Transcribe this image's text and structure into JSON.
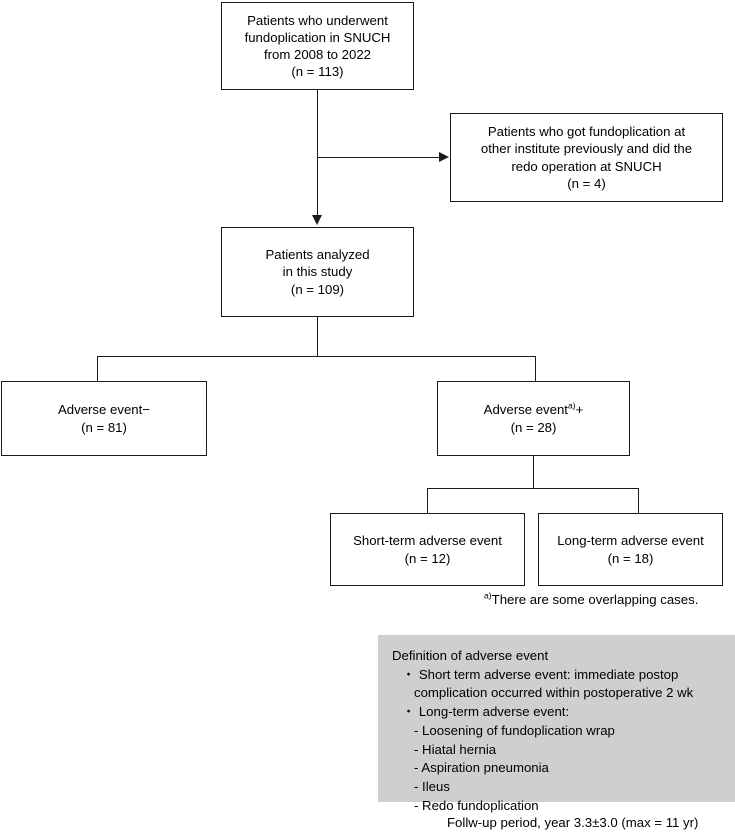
{
  "figure": {
    "type": "flowchart",
    "title": "Patient enrollment flow diagram for fundoplication study"
  },
  "nodes": {
    "enrolled": {
      "lines": [
        "Patients who underwent",
        "fundoplication in SNUCH",
        "from 2008 to 2022",
        "(n = 113)"
      ],
      "count": "113"
    },
    "excluded": {
      "lines": [
        "Patients who got fundoplication at",
        "other institute previously and did the",
        "redo operation at SNUCH",
        "(n = 4)"
      ],
      "count": "4"
    },
    "analyzed": {
      "lines": [
        "Patients analyzed",
        "in this study",
        "(n = 109)"
      ],
      "count": "109"
    },
    "adverse_negative": {
      "label": "Adverse event−",
      "count_line": "(n = 81)",
      "count": "81"
    },
    "adverse_positive": {
      "label_pre": "Adverse event",
      "label_sup": "a)",
      "label_post": "+",
      "count_line": "(n = 28)",
      "count": "28"
    },
    "short_term": {
      "label": "Short-term adverse event",
      "count_line": "(n = 12)",
      "count": "12"
    },
    "long_term": {
      "label": "Long-term adverse event",
      "count_line": "(n = 18)",
      "count": "18"
    }
  },
  "footnote": {
    "marker": "a)",
    "text": "There are some overlapping cases."
  },
  "definition_box": {
    "heading": "Definition of adverse event",
    "bullet1": "・ Short term adverse event: immediate postop",
    "bullet1_cont": "complication occurred within postoperative 2 wk",
    "bullet2": "・ Long-term adverse event:",
    "sub_items": [
      "- Loosening of fundoplication wrap",
      "- Hiatal hernia",
      "- Aspiration pneumonia",
      "- Ileus",
      "- Redo fundoplication"
    ],
    "background_color": "#cfcfcf"
  },
  "followup": {
    "text": "Follw-up period, year 3.3±3.0 (max = 11 yr)"
  }
}
